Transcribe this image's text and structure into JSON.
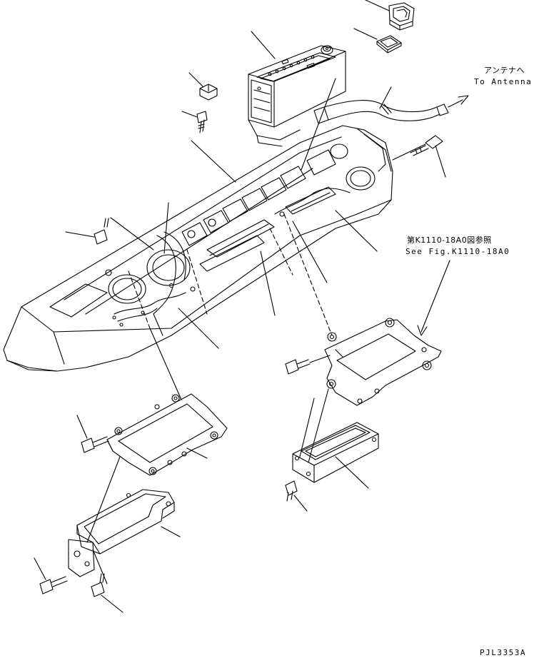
{
  "labels": {
    "antenna_jp": "アンテナへ",
    "antenna_en": "To Antenna",
    "see_fig_jp": "第K1110-18A0図参照",
    "see_fig_en": "See Fig.K1110-18A0",
    "drawing_code": "PJL3353A"
  },
  "colors": {
    "line": "#000000",
    "background": "#ffffff"
  }
}
